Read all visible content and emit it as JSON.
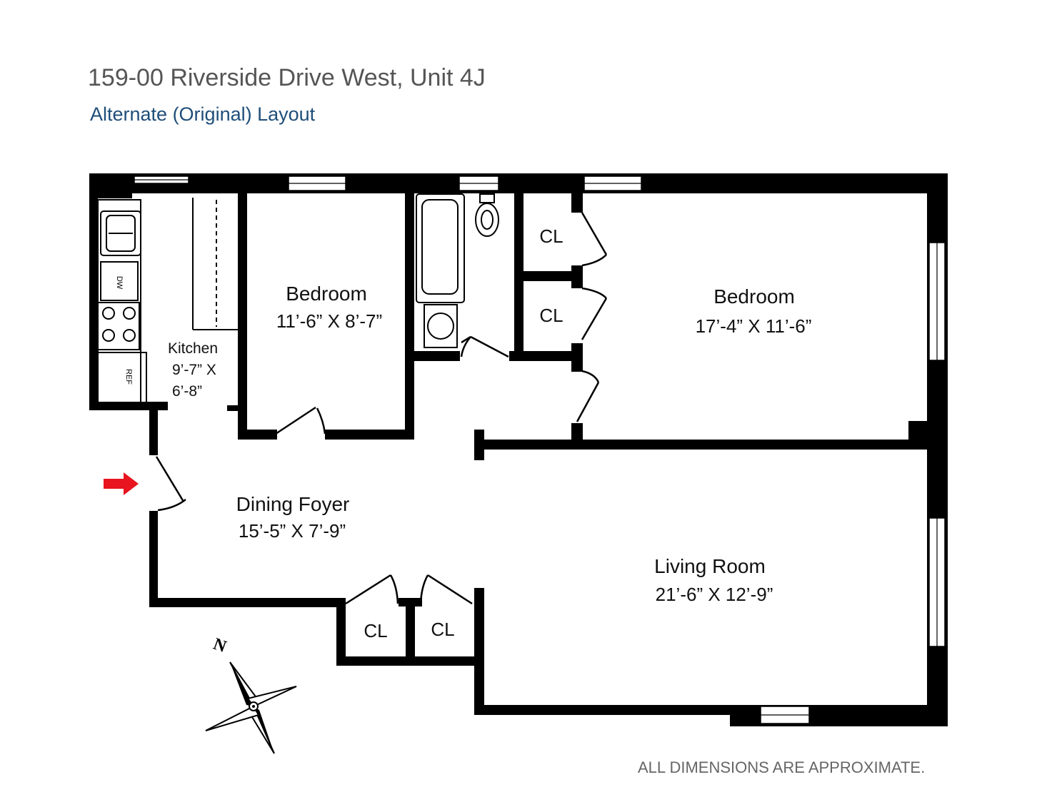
{
  "header": {
    "title": "159-00 Riverside Drive West, Unit 4J",
    "subtitle": "Alternate (Original) Layout"
  },
  "footer": {
    "disclaimer": "ALL DIMENSIONS ARE APPROXIMATE."
  },
  "compass": {
    "north_label": "N",
    "icon": "compass-rose-icon"
  },
  "entry": {
    "icon": "entry-arrow-icon",
    "color": "#e8141f"
  },
  "rooms": {
    "bedroom_small": {
      "name": "Bedroom",
      "dimensions": "11’-6” X 8’-7”"
    },
    "bedroom_large": {
      "name": "Bedroom",
      "dimensions": "17’-4” X 11’-6”"
    },
    "kitchen": {
      "name": "Kitchen",
      "dim_line1": "9’-7” X",
      "dim_line2": "6’-8”"
    },
    "dining_foyer": {
      "name": "Dining Foyer",
      "dimensions": "15’-5” X 7’-9”"
    },
    "living_room": {
      "name": "Living Room",
      "dimensions": "21’-6” X 12’-9”"
    },
    "closets": [
      "CL",
      "CL",
      "CL",
      "CL"
    ]
  },
  "colors": {
    "wall": "#000000",
    "title": "#555555",
    "subtitle": "#1f4e79",
    "footer": "#666666"
  }
}
